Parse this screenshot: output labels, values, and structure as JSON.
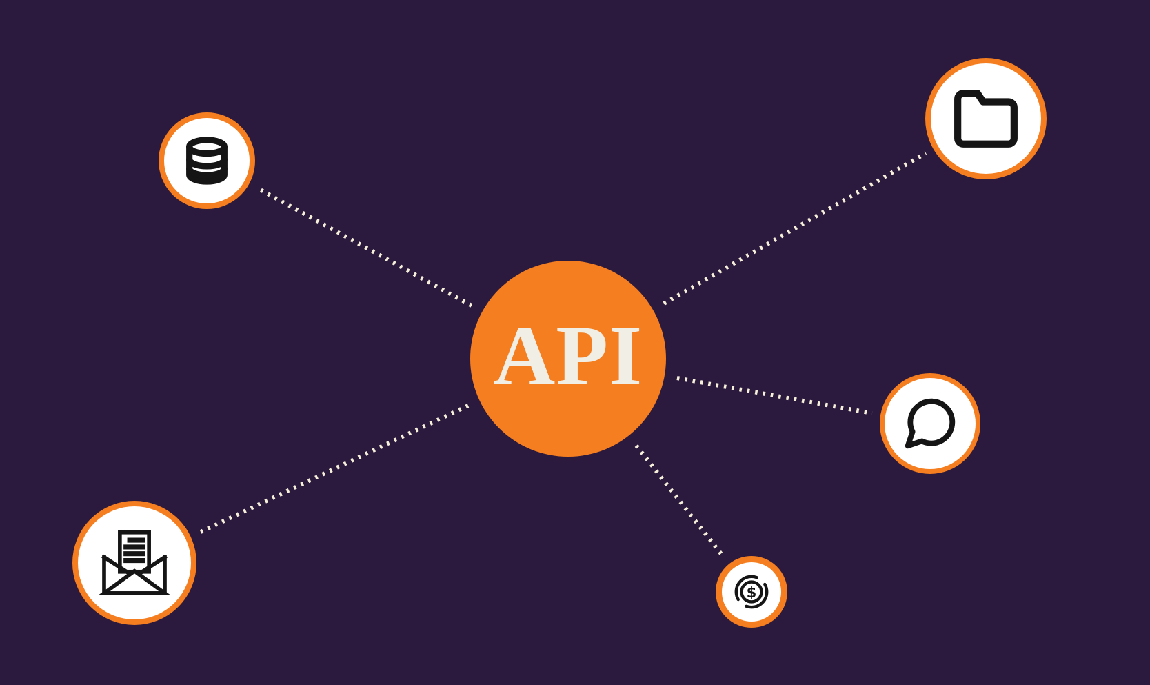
{
  "diagram": {
    "center": {
      "label": "API"
    },
    "nodes": [
      {
        "id": "database",
        "icon": "database-icon"
      },
      {
        "id": "folder",
        "icon": "folder-icon"
      },
      {
        "id": "chat",
        "icon": "chat-bubble-icon"
      },
      {
        "id": "email",
        "icon": "open-mail-icon"
      },
      {
        "id": "money",
        "icon": "dollar-coin-icon"
      }
    ],
    "money_icon_symbol": "$",
    "colors": {
      "background": "#2C1A3E",
      "accent_orange": "#F47E20",
      "node_fill": "#FFFFFF",
      "icon_stroke": "#151515",
      "dash": "#F7F1DC",
      "api_text": "#F1EEE6"
    }
  }
}
